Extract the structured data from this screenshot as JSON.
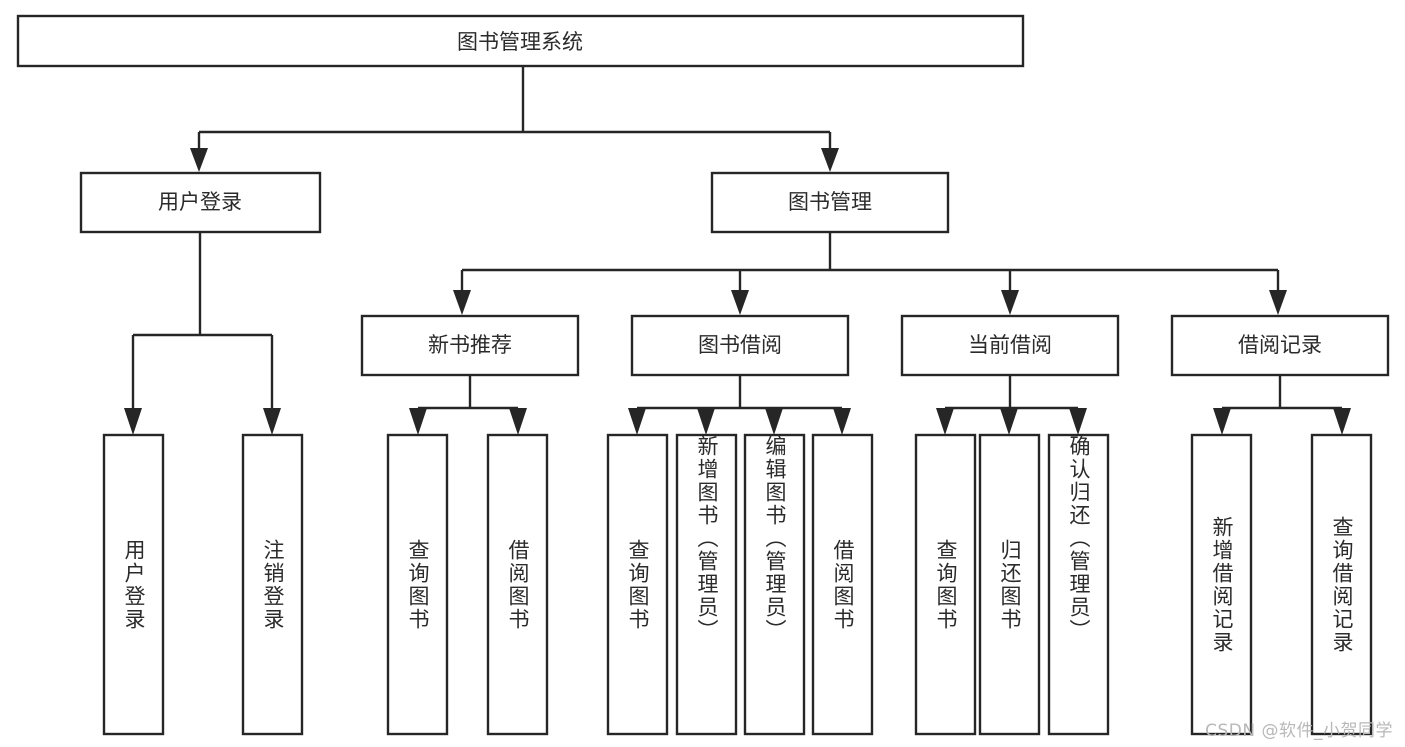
{
  "diagram": {
    "type": "tree",
    "title": "图书管理系统",
    "watermark": "CSDN @软件_小贺同学",
    "colors": {
      "stroke": "#262626",
      "fill": "#ffffff",
      "text": "#2b2b2b",
      "watermark": "#b8b8b8"
    },
    "root": {
      "label": "图书管理系统"
    },
    "level2": [
      {
        "label": "用户登录"
      },
      {
        "label": "图书管理"
      }
    ],
    "level3": [
      {
        "label": "新书推荐"
      },
      {
        "label": "图书借阅"
      },
      {
        "label": "当前借阅"
      },
      {
        "label": "借阅记录"
      }
    ],
    "leaves": {
      "user_login": [
        {
          "label": "用户登录"
        },
        {
          "label": "注销登录"
        }
      ],
      "new_book_recommend": [
        {
          "label": "查询图书"
        },
        {
          "label": "借阅图书"
        }
      ],
      "book_borrow": [
        {
          "label": "查询图书"
        },
        {
          "label": "新增图书（管理员）"
        },
        {
          "label": "编辑图书（管理员）"
        },
        {
          "label": "借阅图书"
        }
      ],
      "current_borrow": [
        {
          "label": "查询图书"
        },
        {
          "label": "归还图书"
        },
        {
          "label": "确认归还（管理员）"
        }
      ],
      "borrow_record": [
        {
          "label": "新增借阅记录"
        },
        {
          "label": "查询借阅记录"
        }
      ]
    }
  }
}
